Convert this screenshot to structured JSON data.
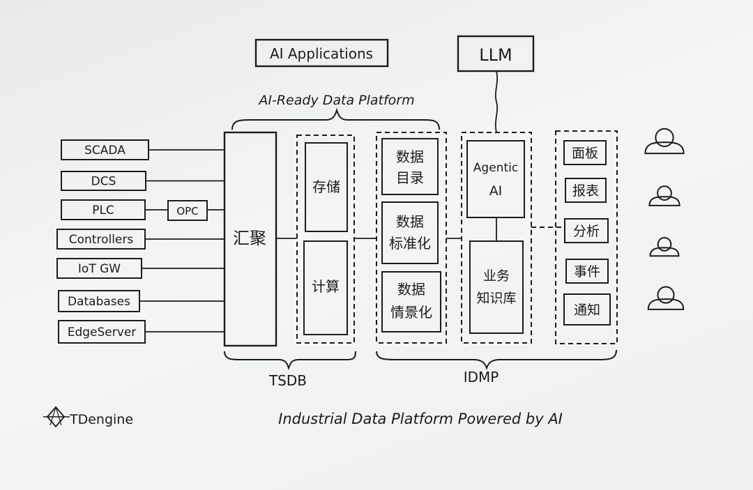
{
  "top": {
    "ai_applications": "AI Applications",
    "llm": "LLM",
    "platform_label": "AI-Ready Data Platform"
  },
  "sources": [
    {
      "label": "SCADA"
    },
    {
      "label": "DCS"
    },
    {
      "label": "PLC"
    },
    {
      "label": "Controllers"
    },
    {
      "label": "IoT GW"
    },
    {
      "label": "Databases"
    },
    {
      "label": "EdgeServer"
    }
  ],
  "opc": "OPC",
  "tsdb": {
    "aggregate": "汇聚",
    "storage": "存储",
    "compute": "计算",
    "label": "TSDB"
  },
  "data_mgmt": {
    "catalog": [
      "数据",
      "目录"
    ],
    "standardize": [
      "数据",
      "标准化"
    ],
    "contextualize": [
      "数据",
      "情景化"
    ]
  },
  "ai": {
    "agentic": [
      "Agentic",
      "AI"
    ],
    "knowledge": [
      "业务",
      "知识库"
    ]
  },
  "outputs": [
    "面板",
    "报表",
    "分析",
    "事件",
    "通知"
  ],
  "idmp_label": "IDMP",
  "brand": "TDengine",
  "footer_title": "Industrial Data Platform Powered by AI"
}
